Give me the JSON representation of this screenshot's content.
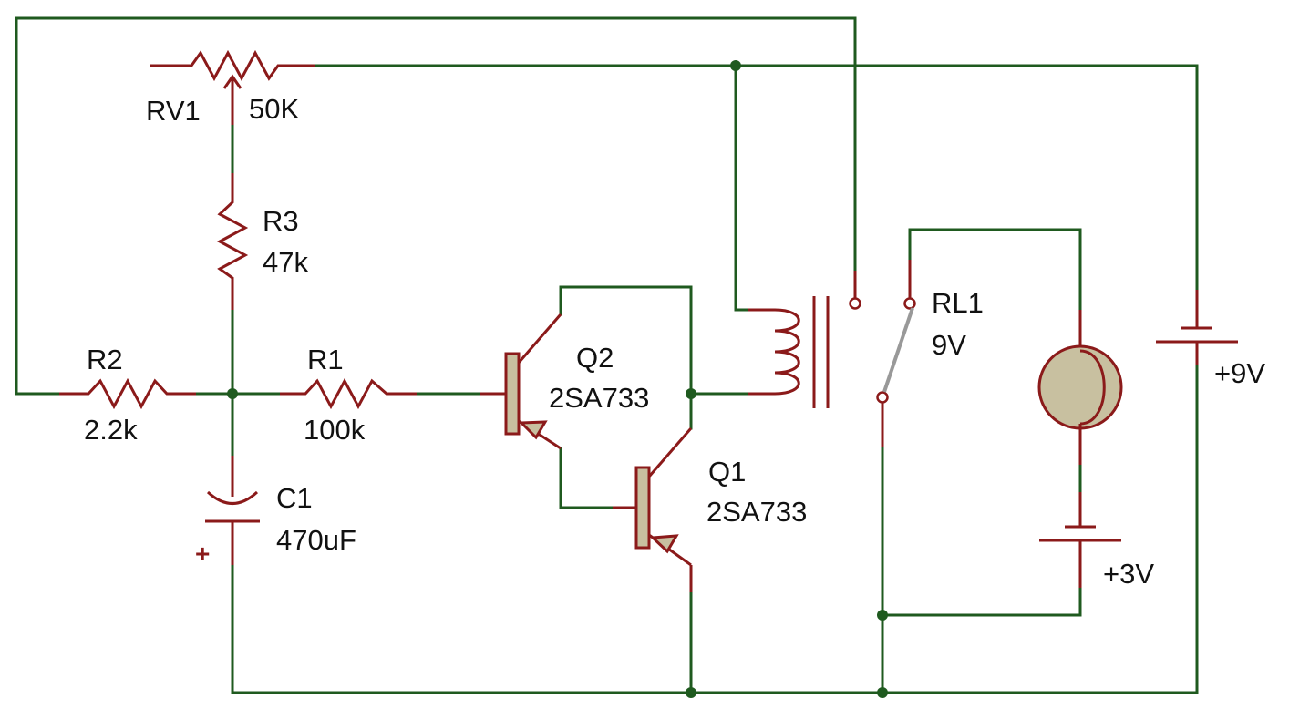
{
  "components": {
    "rv1": {
      "ref": "RV1",
      "value": "50K"
    },
    "r3": {
      "ref": "R3",
      "value": "47k"
    },
    "r2": {
      "ref": "R2",
      "value": "2.2k"
    },
    "r1": {
      "ref": "R1",
      "value": "100k"
    },
    "c1": {
      "ref": "C1",
      "value": "470uF",
      "polarity": "+"
    },
    "q2": {
      "ref": "Q2",
      "value": "2SA733"
    },
    "q1": {
      "ref": "Q1",
      "value": "2SA733"
    },
    "rl1": {
      "ref": "RL1",
      "value": "9V"
    },
    "bat9": {
      "value": "+9V"
    },
    "bat3": {
      "value": "+3V"
    }
  },
  "colors": {
    "wire": "#1f5a1f",
    "component": "#8b1a1a",
    "body_fill": "#c8c0a0",
    "relay_arm": "#999999"
  }
}
